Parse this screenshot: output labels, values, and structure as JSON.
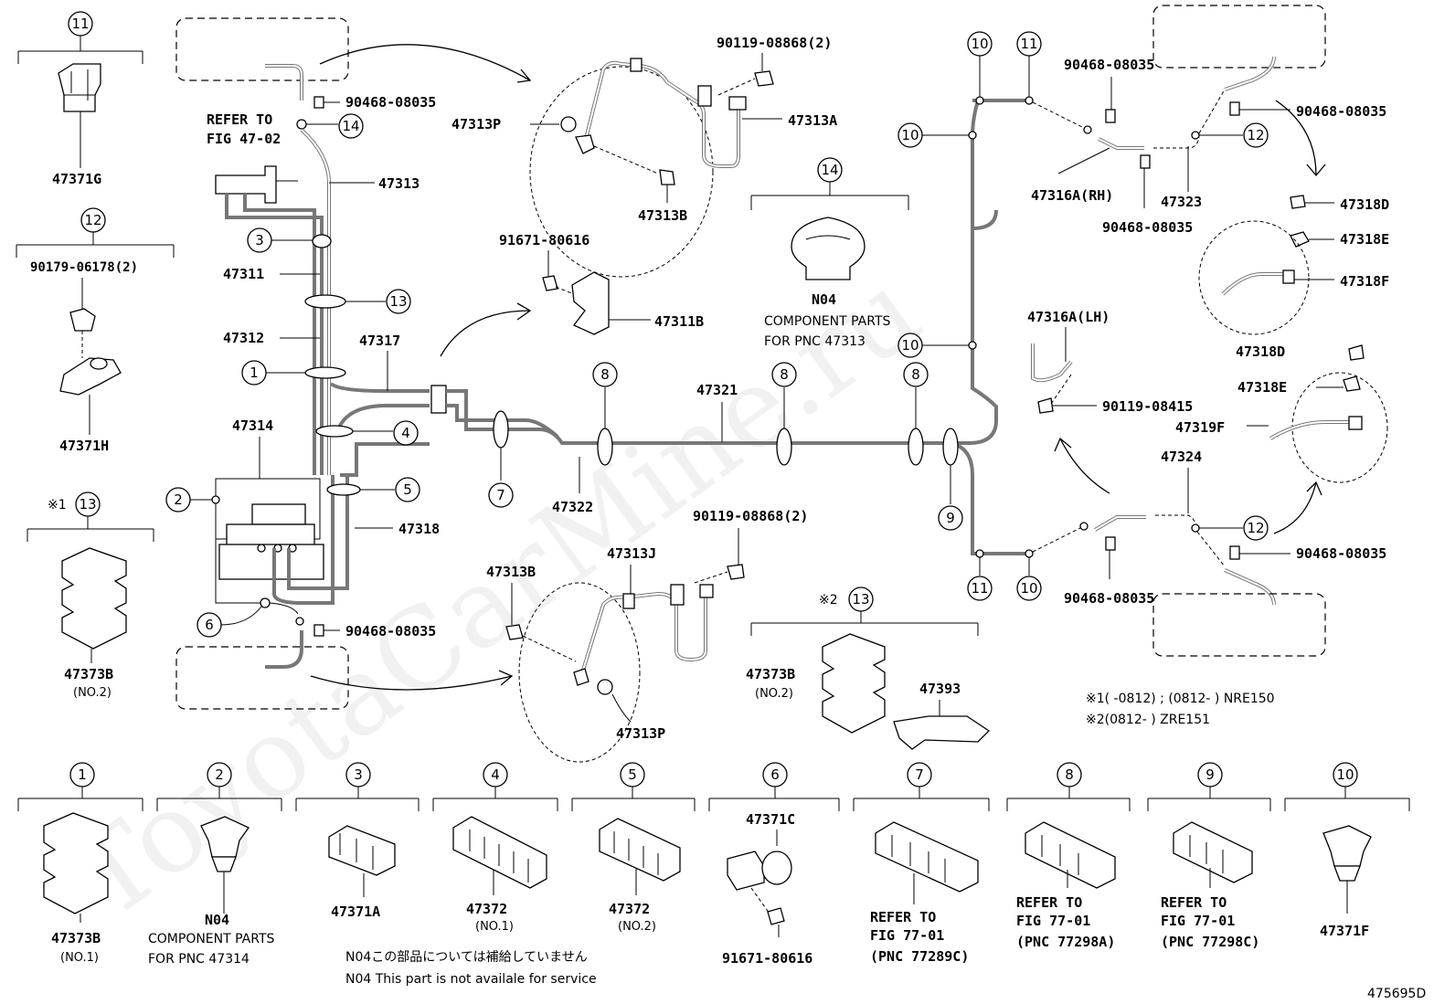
{
  "watermark": "ToyotaCarMine.ru",
  "figure_code": "475695D",
  "notes": {
    "note1_mark": "※1",
    "note1_text": "(        -0812) ; (0812-        ) NRE150",
    "note2_mark": "※2",
    "note2_text": "(0812-        ) ZRE151",
    "n04_not_supplied_jp": "N04この部品については補給していません",
    "n04_not_supplied_en": "N04 This part is not availale for service"
  },
  "refs": {
    "refer_to": "REFER TO",
    "fig_47_02": "FIG 47-02"
  },
  "callout_numbers": {
    "n1": "1",
    "n2": "2",
    "n3": "3",
    "n4": "4",
    "n5": "5",
    "n6": "6",
    "n7": "7",
    "n8": "8",
    "n9": "9",
    "n10": "10",
    "n11": "11",
    "n12": "12",
    "n13": "13",
    "n14": "14"
  },
  "parts": {
    "p47371G": "47371G",
    "p90179": "90179-06178(2)",
    "p47371H": "47371H",
    "p47373B": "47373B",
    "no2": "(NO.2)",
    "no1": "(NO.1)",
    "p90468": "90468-08035",
    "p47313": "47313",
    "p47311": "47311",
    "p47312": "47312",
    "p47314": "47314",
    "p47317": "47317",
    "p47318": "47318",
    "p47313P": "47313P",
    "p47313B": "47313B",
    "p90119_2": "90119-08868(2)",
    "p47313A": "47313A",
    "p91671": "91671-80616",
    "p47311B": "47311B",
    "n04": "N04",
    "component_parts": "COMPONENT PARTS",
    "for_pnc_47313": "FOR PNC 47313",
    "for_pnc_47314": "FOR PNC 47314",
    "p47321": "47321",
    "p47322": "47322",
    "p47313J": "47313J",
    "p47393": "47393",
    "p47316A_RH": "47316A(RH)",
    "p47316A_LH": "47316A(LH)",
    "p47323": "47323",
    "p47324": "47324",
    "p90119_08415": "90119-08415",
    "p47318D": "47318D",
    "p47318E": "47318E",
    "p47318F": "47318F",
    "p47319F": "47319F",
    "p47371A": "47371A",
    "p47372": "47372",
    "p47371C": "47371C",
    "p47371F": "47371F",
    "fig_77_01": "FIG 77-01",
    "pnc_77289C": "(PNC 77289C)",
    "pnc_77298A": "(PNC 77298A)",
    "pnc_77298C": "(PNC 77298C)"
  }
}
